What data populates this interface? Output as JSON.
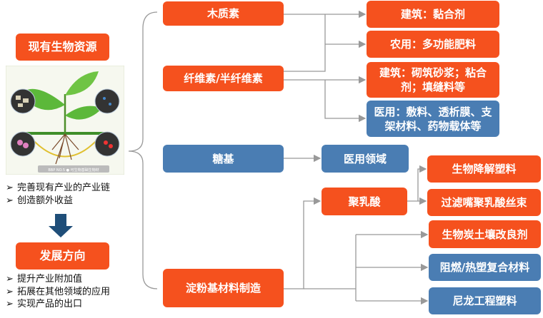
{
  "colors": {
    "orange": "#F5511E",
    "blue": "#4A7DB3",
    "arrow": "#1F4E79",
    "line": "#999999"
  },
  "left": {
    "resources_title": "现有生物资源",
    "resource_bullets": [
      "完善现有产业的产业链",
      "创造额外收益"
    ],
    "direction_title": "发展方向",
    "direction_bullets": [
      "提升产业附加值",
      "拓展在其他领域的应用",
      "实现产品的出口"
    ],
    "bullet_marker": "➢",
    "image_caption": "BBP NO.5 ● 可生物基础生物材"
  },
  "categories": {
    "lignin": "木质素",
    "cellulose": "纤维素/半纤维素",
    "sugar": "糖基",
    "starch": "淀粉基材料制造"
  },
  "applications": {
    "lignin_build": "建筑：黏合剂",
    "lignin_agri": "农用：多功能肥料",
    "cellulose_build": "建筑：砌筑砂浆；粘合剂；填缝料等",
    "cellulose_med": "医用：敷料、透析膜、支架材料、药物载体等",
    "sugar_med": "医用领域",
    "pla": "聚乳酸",
    "pla_plastic": "生物降解塑料",
    "pla_filter": "过滤嘴聚乳酸丝束",
    "biochar": "生物炭土壤改良剂",
    "flame": "阻燃/热塑复合材料",
    "nylon": "尼龙工程塑料"
  }
}
